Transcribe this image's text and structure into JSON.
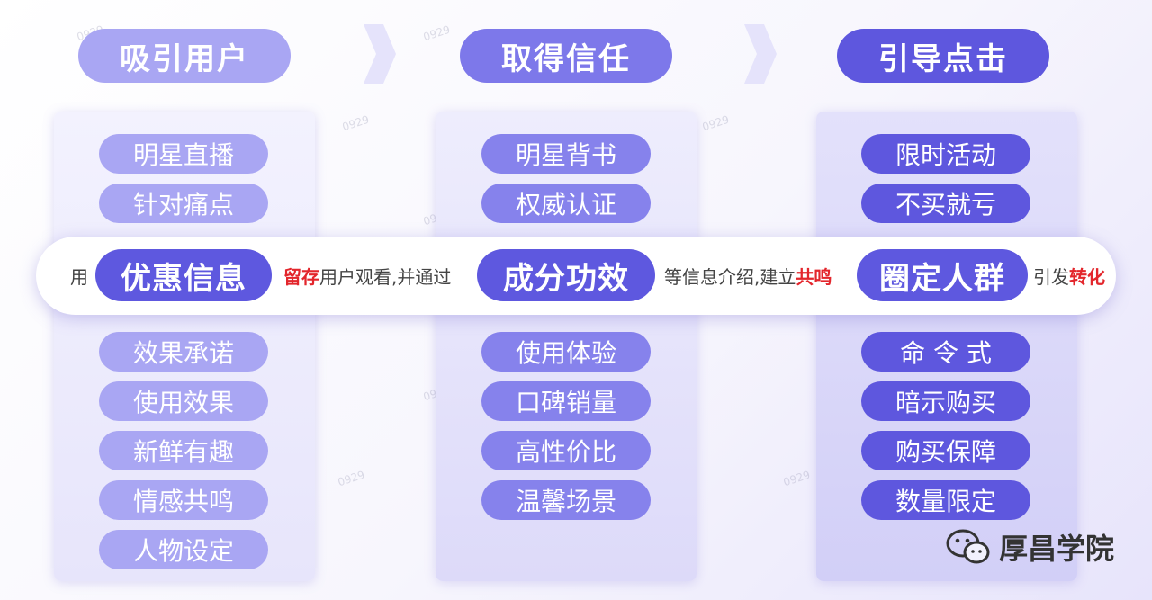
{
  "watermark": "0929",
  "stages": [
    {
      "title": "吸引用户",
      "color": "#a9a6f3",
      "top_items": [
        "明星直播",
        "针对痛点"
      ],
      "bottom_items": [
        "效果承诺",
        "使用效果",
        "新鲜有趣",
        "情感共鸣",
        "人物设定"
      ]
    },
    {
      "title": "取得信任",
      "color": "#8682ec",
      "top_items": [
        "明星背书",
        "权威认证"
      ],
      "bottom_items": [
        "使用体验",
        "口碑销量",
        "高性价比",
        "温馨场景"
      ]
    },
    {
      "title": "引导点击",
      "color": "#5e57de",
      "top_items": [
        "限时活动",
        "不买就亏"
      ],
      "bottom_items": [
        "命 令 式",
        "暗示购买",
        "购买保障",
        "数量限定"
      ]
    }
  ],
  "band": {
    "t1": "用",
    "pill1": "优惠信息",
    "t2_red": "留存",
    "t2": "用户观看,并通过",
    "pill2": "成分功效",
    "t3": "等信息介绍,建立",
    "t3_red": "共鸣",
    "pill3": "圈定人群",
    "t4": "引发",
    "t4_red": "转化"
  },
  "logo": {
    "icon": "wechat-icon",
    "text": "厚昌学院"
  }
}
